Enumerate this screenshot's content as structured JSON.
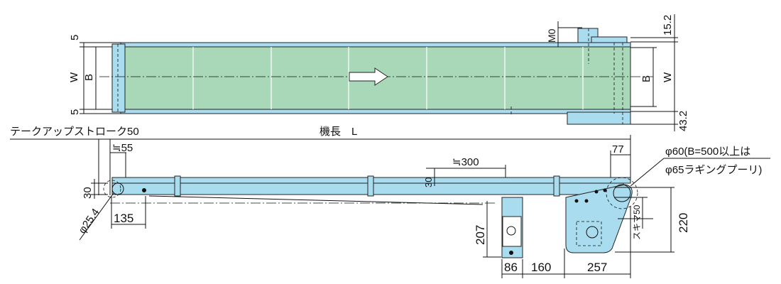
{
  "top_view": {
    "left_dim_top": "5",
    "left_dim_w": "W",
    "left_dim_b": "B",
    "left_dim_bottom": "5",
    "right_dim_m0": "M0",
    "right_dim_152": "15.2",
    "right_dim_b": "B",
    "right_dim_w": "W",
    "right_dim_432": "43.2"
  },
  "side_view": {
    "machine_length": "機長　L",
    "takeup_stroke": "テークアップストローク50",
    "approx_55": "≒55",
    "height_30_left": "30",
    "pulley_dia": "φ25.4",
    "dim_135": "135",
    "approx_300": "≒300",
    "height_30_mid": "30",
    "dim_77": "77",
    "drive_pulley_line1": "φ60(B=500以上は",
    "drive_pulley_line2": "φ65ラギングプーリ)",
    "gap_50": "スキマ50",
    "dim_220": "220",
    "dim_207": "207",
    "dim_86": "86",
    "dim_160": "160",
    "dim_257": "257"
  },
  "colors": {
    "belt": "#a8d8b8",
    "frame": "#a9dcee"
  }
}
